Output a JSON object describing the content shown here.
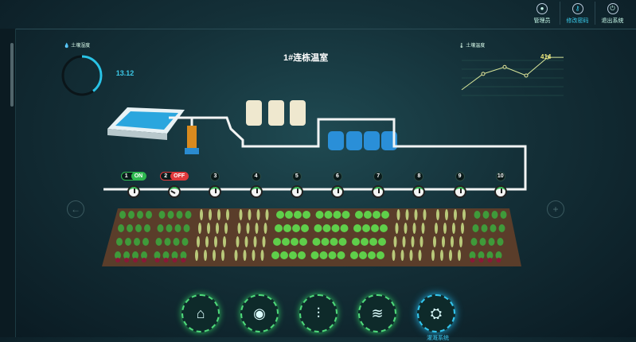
{
  "header": {
    "nav": [
      {
        "label": "管理员",
        "icon": "user-icon"
      },
      {
        "label": "修改密码",
        "icon": "key-icon"
      },
      {
        "label": "退出系统",
        "icon": "power-icon"
      }
    ]
  },
  "title": "1#连栋温室",
  "humidity": {
    "label": "土壤湿度",
    "value": "13.12",
    "fraction": 0.4
  },
  "temperature": {
    "label": "土壤温度",
    "chart_data": {
      "type": "line",
      "values": [
        300,
        356,
        380,
        350,
        414
      ],
      "label": "414"
    }
  },
  "valves": [
    {
      "n": "1",
      "state": "ON"
    },
    {
      "n": "2",
      "state": "OFF"
    },
    {
      "n": "3"
    },
    {
      "n": "4"
    },
    {
      "n": "5"
    },
    {
      "n": "6"
    },
    {
      "n": "7"
    },
    {
      "n": "8"
    },
    {
      "n": "9"
    },
    {
      "n": "10"
    }
  ],
  "menu": [
    {
      "icon": "greenhouse-icon"
    },
    {
      "icon": "camera-icon"
    },
    {
      "icon": "sliders-icon"
    },
    {
      "icon": "wireless-icon"
    },
    {
      "icon": "valve-icon",
      "label": "灌溉系统",
      "active": true
    }
  ],
  "colors": {
    "accent": "#33c6ee",
    "green": "#4fd87a",
    "on": "#2eb84f",
    "off": "#e0393c"
  }
}
